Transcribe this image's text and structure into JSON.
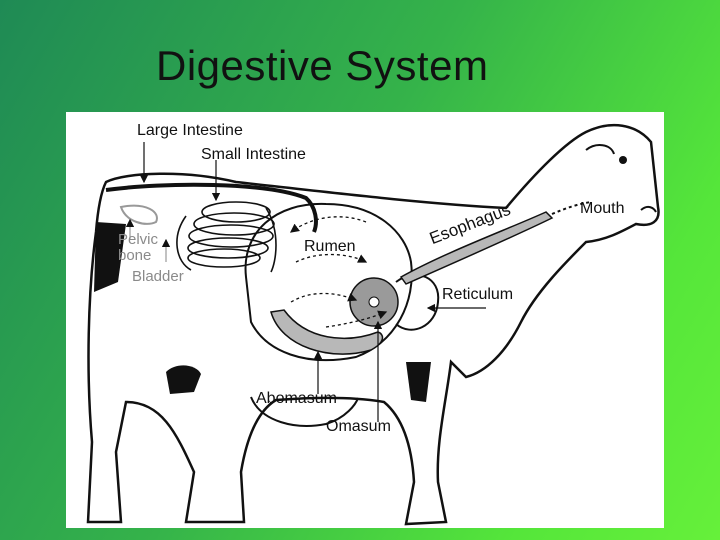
{
  "title": "Digestive System",
  "labels": {
    "large_intestine": "Large Intestine",
    "small_intestine": "Small Intestine",
    "pelvic_bone": "Pelvic bone",
    "bladder": "Bladder",
    "rumen": "Rumen",
    "esophagus": "Esophagus",
    "mouth": "Mouth",
    "reticulum": "Reticulum",
    "abomasum": "Abomasum",
    "omasum": "Omasum"
  },
  "colors": {
    "background_start": "#1f8a55",
    "background_end": "#66f03a",
    "organ_fill": "#b8b8b8",
    "omasum_fill": "#9a9a9a"
  }
}
